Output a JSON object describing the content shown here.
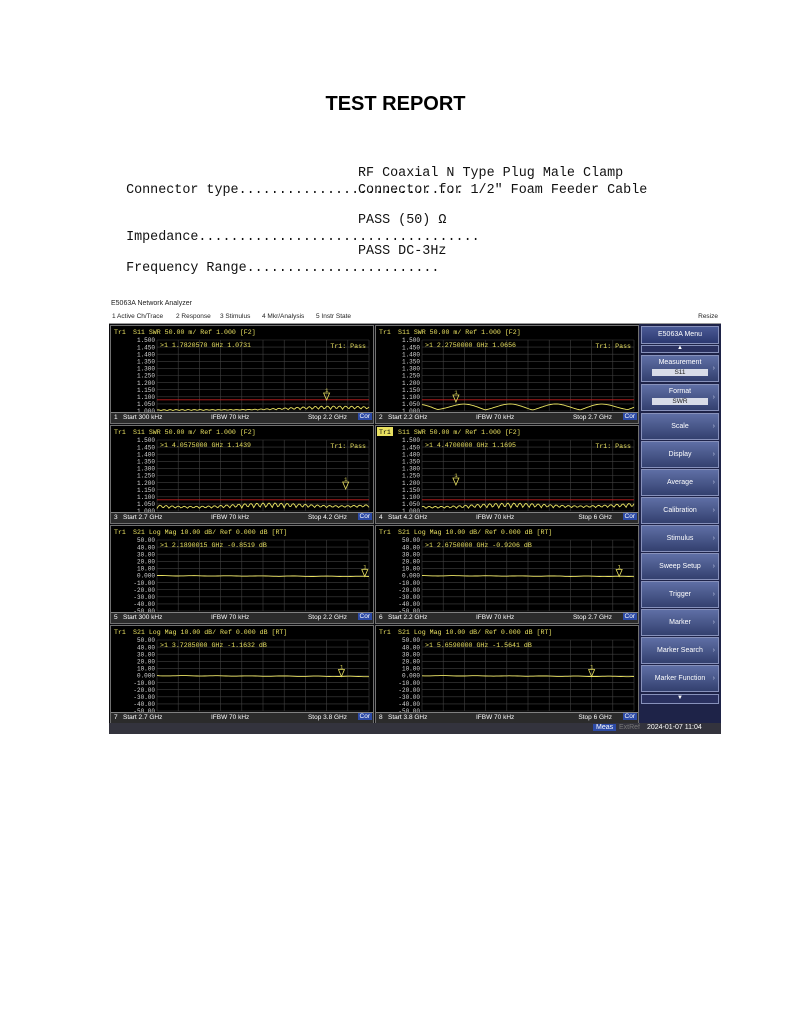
{
  "report": {
    "title": "TEST REPORT",
    "specs": [
      {
        "label": "Connector type............................",
        "value_lines": [
          "RF Coaxial N Type Plug Male Clamp",
          "Connector for 1/2\" Foam Feeder Cable"
        ]
      },
      {
        "label": "Impedance...................................",
        "value_lines": [
          "PASS (50) Ω"
        ]
      },
      {
        "label": "Frequency Range........................",
        "value_lines": [
          "PASS DC-3Hz"
        ]
      }
    ]
  },
  "analyzer": {
    "app_title": "E5063A Network Analyzer",
    "menu": [
      "1 Active Ch/Trace",
      "2 Response",
      "3 Stimulus",
      "4 Mkr/Analysis",
      "5 Instr State"
    ],
    "resize": "Resize",
    "side_menu": {
      "header": "E5063A Menu",
      "items": [
        {
          "label": "Measurement",
          "sub": "S11"
        },
        {
          "label": "Format",
          "sub": "SWR"
        },
        {
          "label": "Scale"
        },
        {
          "label": "Display"
        },
        {
          "label": "Average"
        },
        {
          "label": "Calibration"
        },
        {
          "label": "Stimulus"
        },
        {
          "label": "Sweep Setup"
        },
        {
          "label": "Trigger"
        },
        {
          "label": "Marker"
        },
        {
          "label": "Marker Search"
        },
        {
          "label": "Marker Function"
        }
      ]
    },
    "status": {
      "meas": "Meas",
      "extref": "ExtRef",
      "datetime": "2024-01-07 11:04"
    },
    "panels": [
      {
        "num": "1",
        "trace_tag": "Tr1",
        "header": "S11  SWR 50.00 m/ Ref 1.000  [F2]",
        "marker": ">1  1.7820570 GHz  1.0731",
        "status": "Tr1: Pass",
        "start": "Start 300 kHz",
        "ifbw": "IFBW 70 kHz",
        "stop": "Stop 2.2 GHz",
        "cor": "Cor"
      },
      {
        "num": "2",
        "trace_tag": "Tr1",
        "header": "S11  SWR 50.00 m/ Ref 1.000  [F2]",
        "marker": ">1  2.2750000 GHz  1.0656",
        "status": "Tr1: Pass",
        "start": "Start 2.2 GHz",
        "ifbw": "IFBW 70 kHz",
        "stop": "Stop 2.7 GHz",
        "cor": "Cor"
      },
      {
        "num": "3",
        "trace_tag": "Tr1",
        "header": "S11  SWR 50.00 m/ Ref 1.000  [F2]",
        "marker": ">1  4.0575000 GHz  1.1439",
        "status": "Tr1: Pass",
        "start": "Start 2.7 GHz",
        "ifbw": "IFBW 70 kHz",
        "stop": "Stop 4.2 GHz",
        "cor": "Cor"
      },
      {
        "num": "4",
        "trace_tag": "Tr1",
        "header": "S11  SWR 50.00 m/ Ref 1.000  [F2]",
        "marker": ">1  4.4700000 GHz  1.1695",
        "status": "Tr1: Pass",
        "start": "Start 4.2 GHz",
        "ifbw": "IFBW 70 kHz",
        "stop": "Stop 6 GHz",
        "cor": "Cor"
      },
      {
        "num": "5",
        "trace_tag": "Tr1",
        "header": "S21  Log Mag 10.00 dB/ Ref 0.000 dB [RT]",
        "marker": ">1  2.1890015 GHz  -0.8519 dB",
        "status": "",
        "start": "Start 300 kHz",
        "ifbw": "IFBW 70 kHz",
        "stop": "Stop 2.2 GHz",
        "cor": "Cor"
      },
      {
        "num": "6",
        "trace_tag": "Tr1",
        "header": "S21  Log Mag 10.00 dB/ Ref 0.000 dB [RT]",
        "marker": ">1  2.6750000 GHz  -0.9206 dB",
        "status": "",
        "start": "Start 2.2 GHz",
        "ifbw": "IFBW 70 kHz",
        "stop": "Stop 2.7 GHz",
        "cor": "Cor"
      },
      {
        "num": "7",
        "trace_tag": "Tr1",
        "header": "S21  Log Mag 10.00 dB/ Ref 0.000 dB [RT]",
        "marker": ">1  3.7285000 GHz  -1.1632 dB",
        "status": "",
        "start": "Start 2.7 GHz",
        "ifbw": "IFBW 70 kHz",
        "stop": "Stop 3.8 GHz",
        "cor": "Cor"
      },
      {
        "num": "8",
        "trace_tag": "Tr1",
        "header": "S21  Log Mag 10.00 dB/ Ref 0.000 dB [RT]",
        "marker": ">1  5.6590000 GHz  -1.5641 dB",
        "status": "",
        "start": "Start 3.8 GHz",
        "ifbw": "IFBW 70 kHz",
        "stop": "Stop 6 GHz",
        "cor": "Cor"
      }
    ],
    "swr_ticks": [
      "1.500",
      "1.450",
      "1.400",
      "1.350",
      "1.300",
      "1.250",
      "1.200",
      "1.150",
      "1.100",
      "1.050",
      "1.000"
    ],
    "logmag_ticks": [
      "50.00",
      "40.00",
      "30.00",
      "20.00",
      "10.00",
      "0.000",
      "-10.00",
      "-20.00",
      "-30.00",
      "-40.00",
      "-50.00"
    ],
    "colors": {
      "trace": "#e8e060",
      "grid": "#404040",
      "limit": "#c02020",
      "screen": "#000000",
      "side": "#1e2348"
    }
  }
}
